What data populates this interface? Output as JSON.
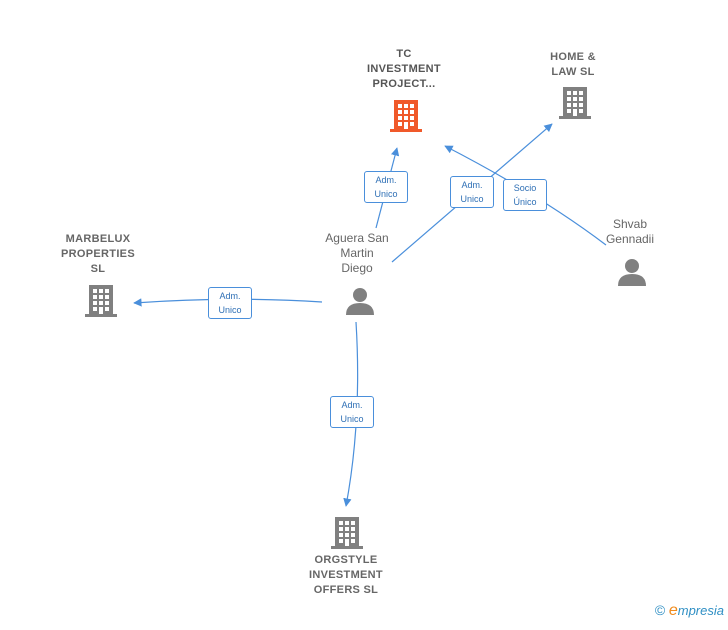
{
  "colors": {
    "edge": "#4a8fdb",
    "node_default": "#808080",
    "node_highlight": "#f0592a"
  },
  "nodes": {
    "tc": {
      "label": "TC\nINVESTMENT\nPROJECT...",
      "icon": "building-icon"
    },
    "home": {
      "label": "HOME &\nLAW SL",
      "icon": "building-icon"
    },
    "marbelux": {
      "label": "MARBELUX\nPROPERTIES\nSL",
      "icon": "building-icon"
    },
    "aguera": {
      "label": "Aguera San\nMartin\nDiego",
      "icon": "person-icon"
    },
    "shvab": {
      "label": "Shvab\nGennadii",
      "icon": "person-icon"
    },
    "orgstyle": {
      "label": "ORGSTYLE\nINVESTMENT\nOFFERS  SL",
      "icon": "building-icon"
    }
  },
  "edges": {
    "aguera_tc": "Adm.\nUnico",
    "aguera_home": "Adm.\nUnico",
    "shvab_tc": "Socio\nÚnico",
    "aguera_marbelux": "Adm.\nUnico",
    "aguera_orgstyle": "Adm.\nUnico"
  },
  "watermark": {
    "copyright": "©",
    "brand_e": "e",
    "brand_rest": "mpresia"
  }
}
